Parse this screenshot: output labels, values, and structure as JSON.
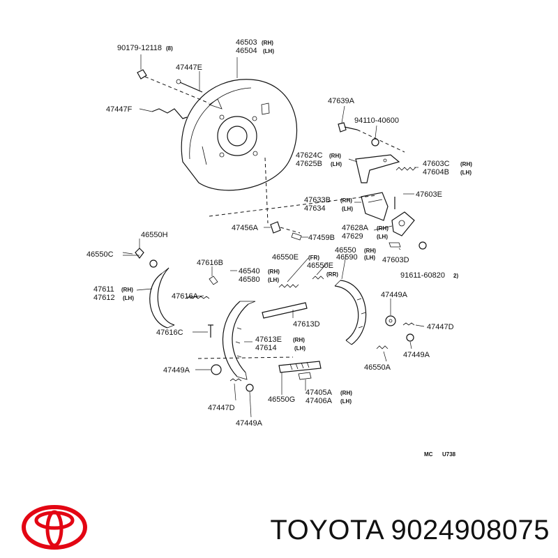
{
  "labels": {
    "l_90179": "90179-12118",
    "l_8": "(8)",
    "l_46503": "46503",
    "l_46503_rh": "(RH)",
    "l_46504": "46504",
    "l_46504_lh": "(LH)",
    "l_47447E": "47447E",
    "l_47447F": "47447F",
    "l_47639A": "47639A",
    "l_94110": "94110-40600",
    "l_47624C": "47624C",
    "l_47624C_rh": "(RH)",
    "l_47625B": "47625B",
    "l_47625B_lh": "(LH)",
    "l_47603C": "47603C",
    "l_47603C_rh": "(RH)",
    "l_47604B": "47604B",
    "l_47604B_lh": "(LH)",
    "l_47603E": "47603E",
    "l_47633B": "47633B",
    "l_47633B_rh": "(RH)",
    "l_47634": "47634",
    "l_47634_lh": "(LH)",
    "l_47456A": "47456A",
    "l_47459B": "47459B",
    "l_47628A": "47628A",
    "l_47628A_rh": "(RH)",
    "l_47629": "47629",
    "l_47629_lh": "(LH)",
    "l_46550H": "46550H",
    "l_46550C": "46550C",
    "l_46550E1": "46550E",
    "l_46550E1_sfx": "(FR)",
    "l_46550E2": "46550E",
    "l_46550E2_sfx": "(RR)",
    "l_46550": "46550",
    "l_46550_rh": "(RH)",
    "l_46590": "46590",
    "l_46590_lh": "(LH)",
    "l_47603D": "47603D",
    "l_91611": "91611-60820",
    "l_2": "2)",
    "l_47616B": "47616B",
    "l_46540": "46540",
    "l_46540_rh": "(RH)",
    "l_46580": "46580",
    "l_46580_lh": "(LH)",
    "l_47611": "47611",
    "l_47611_rh": "(RH)",
    "l_47612": "47612",
    "l_47612_lh": "(LH)",
    "l_47616A": "47616A",
    "l_47449A_r": "47449A",
    "l_47613D": "47613D",
    "l_47447D_r": "47447D",
    "l_47616C": "47616C",
    "l_47613E": "47613E",
    "l_47613E_rh": "(RH)",
    "l_47614": "47614",
    "l_47614_lh": "(LH)",
    "l_47449A_r2": "47449A",
    "l_47449A_l": "47449A",
    "l_46550A": "46550A",
    "l_47447D_l": "47447D",
    "l_46550G": "46550G",
    "l_47405A": "47405A",
    "l_47405A_rh": "(RH)",
    "l_47406A": "47406A",
    "l_47406A_lh": "(LH)",
    "l_47449A_b": "47449A",
    "l_mc": "MC",
    "l_u738": "U738"
  },
  "brand": {
    "text": "TOYOTA 9024908075",
    "logo_color": "#e30613"
  }
}
